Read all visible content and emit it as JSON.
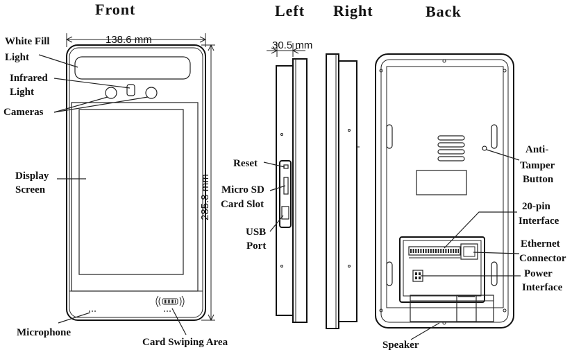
{
  "views": {
    "front": "Front",
    "left": "Left",
    "right": "Right",
    "back": "Back"
  },
  "dimensions": {
    "width": "138.6 mm",
    "height": "285.8 mm",
    "depth": "30.5 mm"
  },
  "front_labels": {
    "white_fill_light_1": "White Fill",
    "white_fill_light_2": "Light",
    "infrared_light_1": "Infrared",
    "infrared_light_2": "Light",
    "cameras": "Cameras",
    "display_screen_1": "Display",
    "display_screen_2": "Screen",
    "microphone": "Microphone",
    "card_swiping_area": "Card Swiping Area"
  },
  "side_labels": {
    "reset": "Reset",
    "micro_sd_1": "Micro SD",
    "micro_sd_2": "Card Slot",
    "usb_1": "USB",
    "usb_2": "Port"
  },
  "back_labels": {
    "anti_tamper_1": "Anti-",
    "anti_tamper_2": "Tamper",
    "anti_tamper_3": "Button",
    "interface_20pin_1": "20-pin",
    "interface_20pin_2": "Interface",
    "ethernet_1": "Ethernet",
    "ethernet_2": "Connector",
    "power_1": "Power",
    "power_2": "Interface",
    "speaker": "Speaker"
  }
}
